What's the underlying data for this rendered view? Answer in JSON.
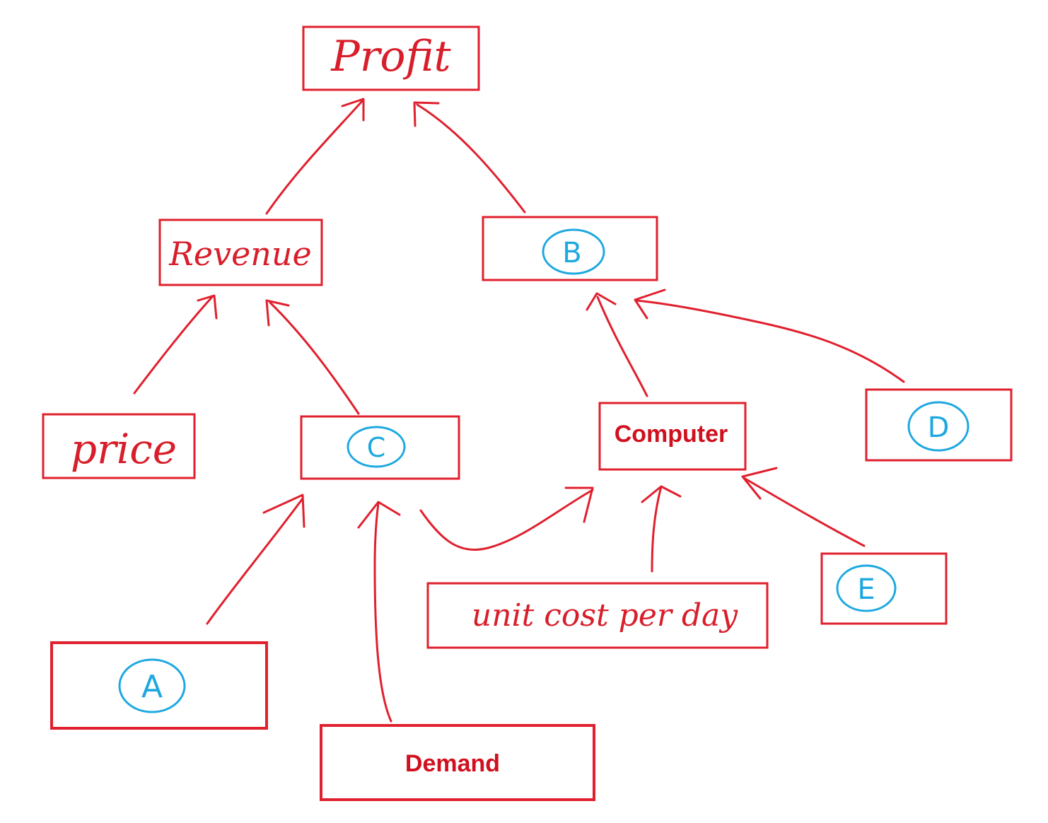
{
  "colors": {
    "ink_red": "#e0202e",
    "ink_blue": "#1ea8e0",
    "background": "#ffffff"
  },
  "nodes": {
    "profit": {
      "label": "Profit"
    },
    "revenue": {
      "label": "Revenue"
    },
    "b": {
      "label": "B"
    },
    "price": {
      "label": "price"
    },
    "c": {
      "label": "C"
    },
    "computer": {
      "label": "Computer"
    },
    "d": {
      "label": "D"
    },
    "a": {
      "label": "A"
    },
    "unit_cost": {
      "label": "unit cost per day"
    },
    "e": {
      "label": "E"
    },
    "demand": {
      "label": "Demand"
    }
  },
  "edges": [
    {
      "from": "Revenue",
      "to": "Profit"
    },
    {
      "from": "B",
      "to": "Profit"
    },
    {
      "from": "price",
      "to": "Revenue"
    },
    {
      "from": "C",
      "to": "Revenue"
    },
    {
      "from": "Computer",
      "to": "B"
    },
    {
      "from": "D",
      "to": "B"
    },
    {
      "from": "A",
      "to": "C"
    },
    {
      "from": "Demand",
      "to": "C"
    },
    {
      "from": "C",
      "to": "Computer"
    },
    {
      "from": "unit cost per day",
      "to": "Computer"
    },
    {
      "from": "E",
      "to": "Computer"
    }
  ]
}
